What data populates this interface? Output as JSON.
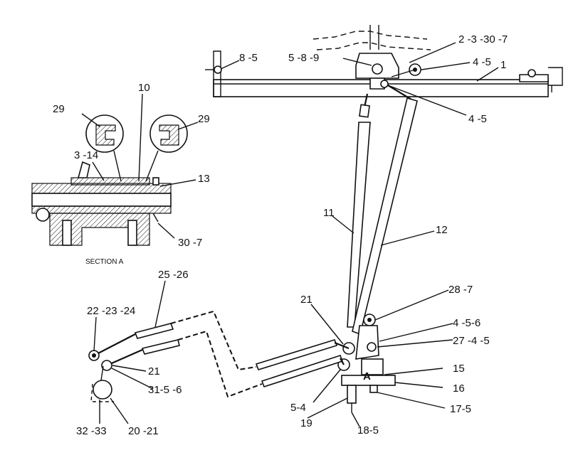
{
  "section_title": "SECTION A",
  "marker_A": "A",
  "callouts": {
    "c_8_5": "8 -5",
    "c_2_3_30_7": "2 -3 -30 -7",
    "c_5_8_9": "5 -8 -9",
    "c_4_5_top": "4 -5",
    "c_1": "1",
    "c_4_5_mid": "4 -5",
    "c_10": "10",
    "c_29_left": "29",
    "c_29_right": "29",
    "c_3_14": "3 -14",
    "c_13": "13",
    "c_30_7": "30 -7",
    "c_11": "11",
    "c_12": "12",
    "c_25_26": "25 -26",
    "c_22_23_24": "22 -23 -24",
    "c_21_left": "21",
    "c_31_5_6": "31-5 -6",
    "c_32_33": "32 -33",
    "c_20_21": "20 -21",
    "c_21_right": "21",
    "c_28_7": "28 -7",
    "c_4_5_6": "4 -5-6",
    "c_27_4_5": "27 -4 -5",
    "c_15": "15",
    "c_16": "16",
    "c_17_5": "17-5",
    "c_5_4": "5-4",
    "c_19": "19",
    "c_18_5": "18-5"
  }
}
